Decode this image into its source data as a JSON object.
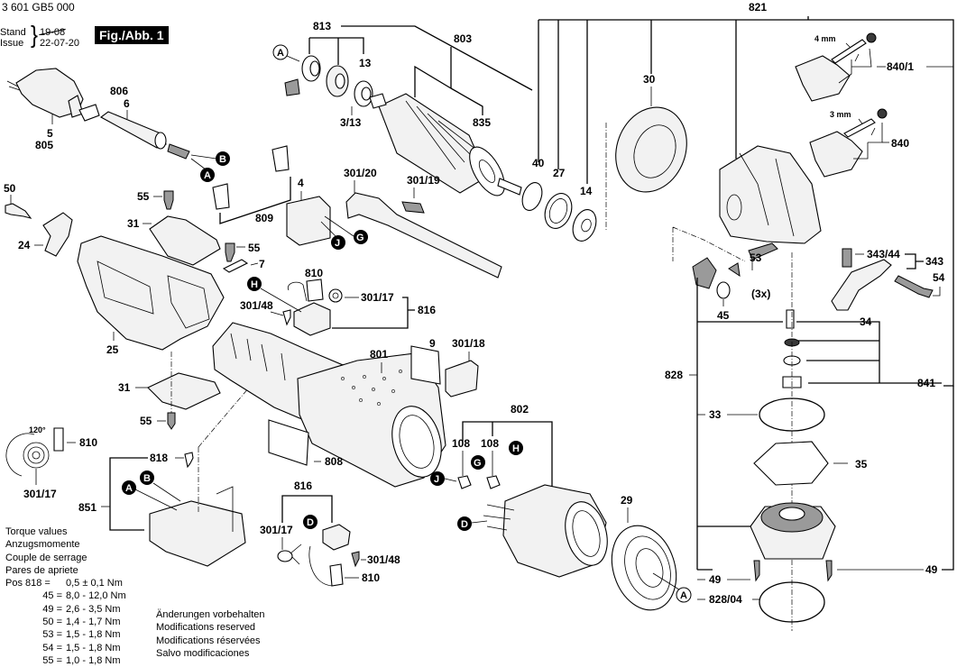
{
  "header": {
    "document_number": "3 601 GB5 000",
    "stand_label": "Stand",
    "issue_label": "Issue",
    "old_date": "19-08",
    "new_date": "22-07-20",
    "figure_badge": "Fig./Abb. 1"
  },
  "torque": {
    "titles": [
      "Torque values",
      "Anzugsmomente",
      "Couple de serrage",
      "Pares de apriete"
    ],
    "rows": [
      {
        "pos": "Pos 818 =",
        "value": "0,5 ± 0,1 Nm"
      },
      {
        "pos": "45 =",
        "value": "8,0 - 12,0 Nm"
      },
      {
        "pos": "49 =",
        "value": "2,6 - 3,5 Nm"
      },
      {
        "pos": "50 =",
        "value": "1,4 - 1,7 Nm"
      },
      {
        "pos": "53 =",
        "value": "1,5 - 1,8 Nm"
      },
      {
        "pos": "54 =",
        "value": "1,5 - 1,8 Nm"
      },
      {
        "pos": "55 =",
        "value": "1,0 - 1,8 Nm"
      }
    ]
  },
  "modifications_notice": [
    "Änderungen vorbehalten",
    "Modifications reserved",
    "Modifications réservées",
    "Salvo modificaciones"
  ],
  "callouts": {
    "p806": "806",
    "p6": "6",
    "p5": "5",
    "p805": "805",
    "p50": "50",
    "p24": "24",
    "p55a": "55",
    "p31a": "31",
    "p55b": "55",
    "p7": "7",
    "p4": "4",
    "p809": "809",
    "p25": "25",
    "p31b": "31",
    "p55c": "55",
    "p810a": "810",
    "p301_17a": "301/17",
    "angle": "120°",
    "p818": "818",
    "p851": "851",
    "p813": "813",
    "p13": "13",
    "p3_13": "3/13",
    "p803": "803",
    "p835": "835",
    "p301_20": "301/20",
    "p301_19": "301/19",
    "p810b": "810",
    "p301_48a": "301/48",
    "p301_17b": "301/17",
    "p816a": "816",
    "p801": "801",
    "p9": "9",
    "p301_18": "301/18",
    "p808": "808",
    "p802": "802",
    "p108a": "108",
    "p108b": "108",
    "p816b": "816",
    "p301_17c": "301/17",
    "p301_48b": "301/48",
    "p810c": "810",
    "p29": "29",
    "p821": "821",
    "p40": "40",
    "p27": "27",
    "p14": "14",
    "p30": "30",
    "p4mm": "4 mm",
    "p840_1": "840/1",
    "p3mm": "3 mm",
    "p840": "840",
    "p343_44": "343/44",
    "p343": "343",
    "p54": "54",
    "p53": "53",
    "p3x": "(3x)",
    "p45": "45",
    "p34": "34",
    "p828": "828",
    "p841": "841",
    "p33": "33",
    "p35": "35",
    "p49a": "49",
    "p49b": "49",
    "p828_04": "828/04"
  },
  "connector_markers": {
    "A": "A",
    "B": "B",
    "D": "D",
    "G": "G",
    "H": "H",
    "J": "J"
  }
}
